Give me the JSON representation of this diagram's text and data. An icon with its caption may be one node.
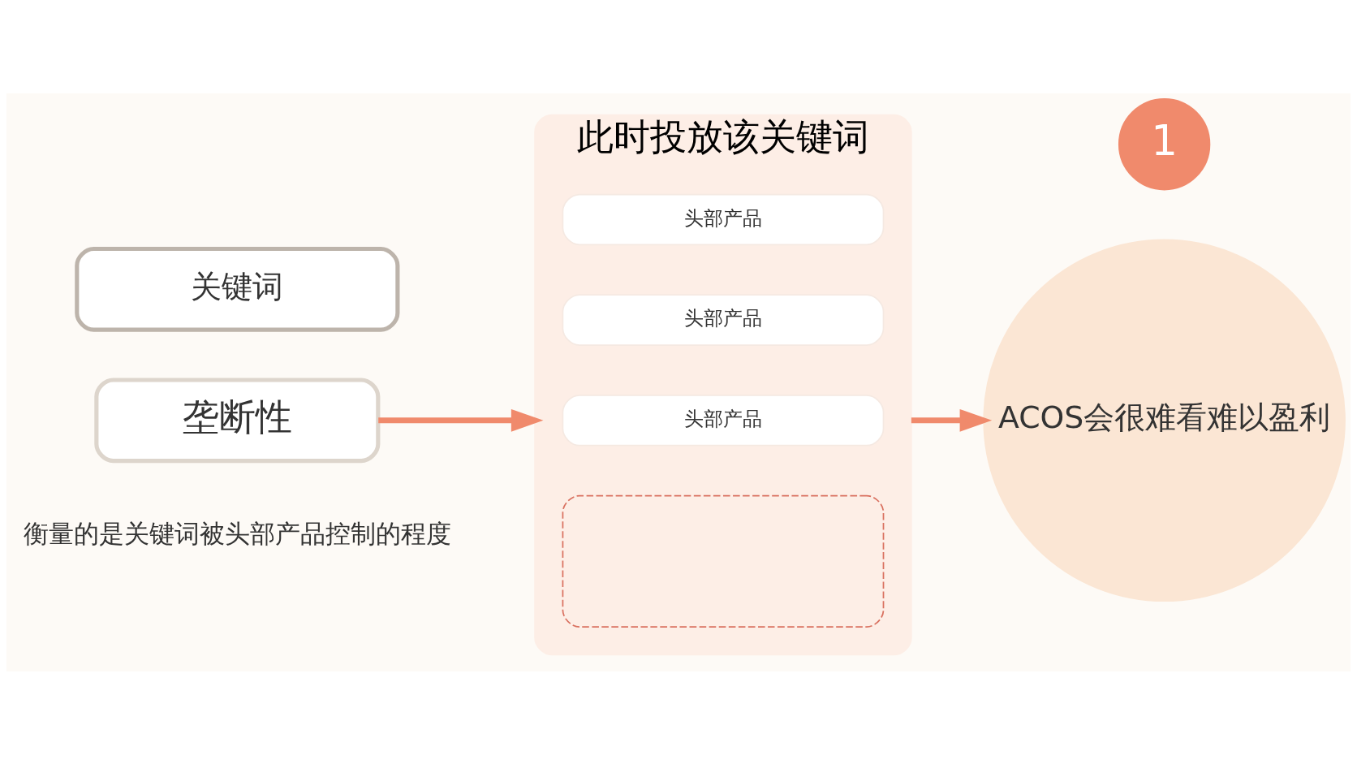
{
  "diagram": {
    "nodes": [
      {
        "text": [
          "关键词"
        ]
      },
      {
        "text": [
          "垄断性"
        ],
        "beside": [
          "衡量的是关键词被头部产品控制的程度"
        ]
      },
      {
        "text": [
          "此时投放该关键词"
        ]
      },
      {
        "text": [
          "头部产品"
        ],
        "in": 2
      },
      {
        "text": [
          "头部产品"
        ],
        "in": 2
      },
      {
        "text": [
          "头部产品"
        ],
        "in": 2
      },
      {
        "text": [],
        "shape": "box",
        "in": 2
      },
      {
        "text": [
          "1"
        ]
      },
      {
        "text": [
          "ACOS会很难看难以盈利"
        ]
      }
    ],
    "edges": [
      {
        "from": 1,
        "to": 2,
        "arrow": "to"
      },
      {
        "from": 2,
        "to": 8,
        "arrow": "to"
      }
    ]
  }
}
